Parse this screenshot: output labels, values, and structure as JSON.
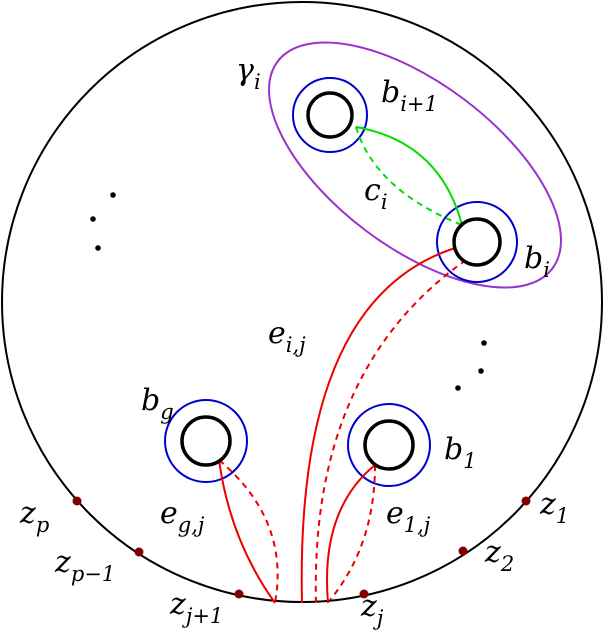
{
  "colors": {
    "ink": "#000000",
    "handle_ring": "#0000cc",
    "gamma_curve": "#9933cc",
    "c_curve": "#00dd00",
    "e_curve": "#ee0000",
    "marked_point": "#800000"
  },
  "boundaries": [
    {
      "id": "b-i-plus-1",
      "base": "b",
      "sub": "i+1"
    },
    {
      "id": "b-i",
      "base": "b",
      "sub": "i"
    },
    {
      "id": "b-g",
      "base": "b",
      "sub": "g"
    },
    {
      "id": "b-1",
      "base": "b",
      "sub": "1"
    }
  ],
  "curves": [
    {
      "id": "gamma-i",
      "base": "γ",
      "sub": "i"
    },
    {
      "id": "c-i",
      "base": "c",
      "sub": "i"
    },
    {
      "id": "e-i-j",
      "base": "e",
      "sub": "i,j"
    },
    {
      "id": "e-g-j",
      "base": "e",
      "sub": "g,j"
    },
    {
      "id": "e-1-j",
      "base": "e",
      "sub": "1,j"
    }
  ],
  "points": [
    {
      "id": "z-p",
      "base": "z",
      "sub": "p"
    },
    {
      "id": "z-p-minus-1",
      "base": "z",
      "sub": "p−1"
    },
    {
      "id": "z-j-plus-1",
      "base": "z",
      "sub": "j+1"
    },
    {
      "id": "z-j",
      "base": "z",
      "sub": "j"
    },
    {
      "id": "z-2",
      "base": "z",
      "sub": "2"
    },
    {
      "id": "z-1",
      "base": "z",
      "sub": "1"
    }
  ]
}
